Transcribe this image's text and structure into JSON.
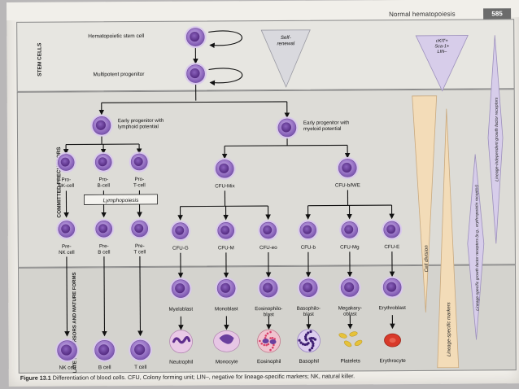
{
  "header": {
    "running_head": "Normal hematopoiesis",
    "page_number": "585"
  },
  "bands": {
    "stem": "STEM CELLS",
    "committed": "COMMITTED PRECURSORS",
    "late": "LATE PRECURSORS AND MATURE FORMS"
  },
  "stem": {
    "hsc_label": "Hematopoietic stem cell",
    "mpp_label": "Multipotent progenitor",
    "self_renewal": [
      "Self-",
      "renewal"
    ],
    "markers": [
      "cKIT+",
      "Sca-1+",
      "LIN–"
    ]
  },
  "early": {
    "lymphoid": [
      "Early progenitor with",
      "lymphoid potential"
    ],
    "myeloid": [
      "Early progenitor with",
      "myeloid potential"
    ]
  },
  "lymphoid_pro": [
    [
      "Pro-",
      "NK-cell"
    ],
    [
      "Pro-",
      "B-cell"
    ],
    [
      "Pro-",
      "T-cell"
    ]
  ],
  "lymphopoiesis": "Lymphopoiesis",
  "lymphoid_pre": [
    [
      "Pre-",
      "NK cell"
    ],
    [
      "Pre-",
      "B cell"
    ],
    [
      "Pre-",
      "T cell"
    ]
  ],
  "cfu_top": [
    "CFU-Mix",
    "CFU-b/M/E"
  ],
  "cfu_row": [
    "CFU-G",
    "CFU-M",
    "CFU-eo",
    "CFU-b",
    "CFU-Mg",
    "CFU-E"
  ],
  "blasts": [
    [
      "Myeloblast"
    ],
    [
      "Monoblast"
    ],
    [
      "Eosinophilo-",
      "blast"
    ],
    [
      "Basophilo-",
      "blast"
    ],
    [
      "Megakary-",
      "oblast"
    ],
    [
      "Erythroblast"
    ]
  ],
  "mature": [
    "NK cell",
    "B cell",
    "T cell",
    "Neutrophil",
    "Monocyte",
    "Eosinophil",
    "Basophil",
    "Platelets",
    "Erythrocyte"
  ],
  "side_labels": {
    "cell_division": "Cell division",
    "lineage_markers": "Lineage-specific markers",
    "growth_factor": "Lineage-specific growth factor receptors (e.g., erythropoietin receptor)",
    "independent": "Lineage-independent growth factor receptors"
  },
  "caption": {
    "figure": "Figure 13.1",
    "text": " Differentiation of blood cells. CFU, Colony forming unit; LIN–, negative for lineage-specific markers; NK, natural killer."
  },
  "colors": {
    "cell_body": "#9d79c9",
    "cell_nucleus": "#6a3f9e",
    "cell_rim": "#d9c8ee",
    "arrow": "#111111",
    "triangle_fill": "#f3dcb8",
    "triangle_stroke": "#c9a97e",
    "marker_fill": "#d7cdea",
    "eosinophil": "#d9406a",
    "platelet": "#e6c23a",
    "erythrocyte": "#d83a2a"
  }
}
